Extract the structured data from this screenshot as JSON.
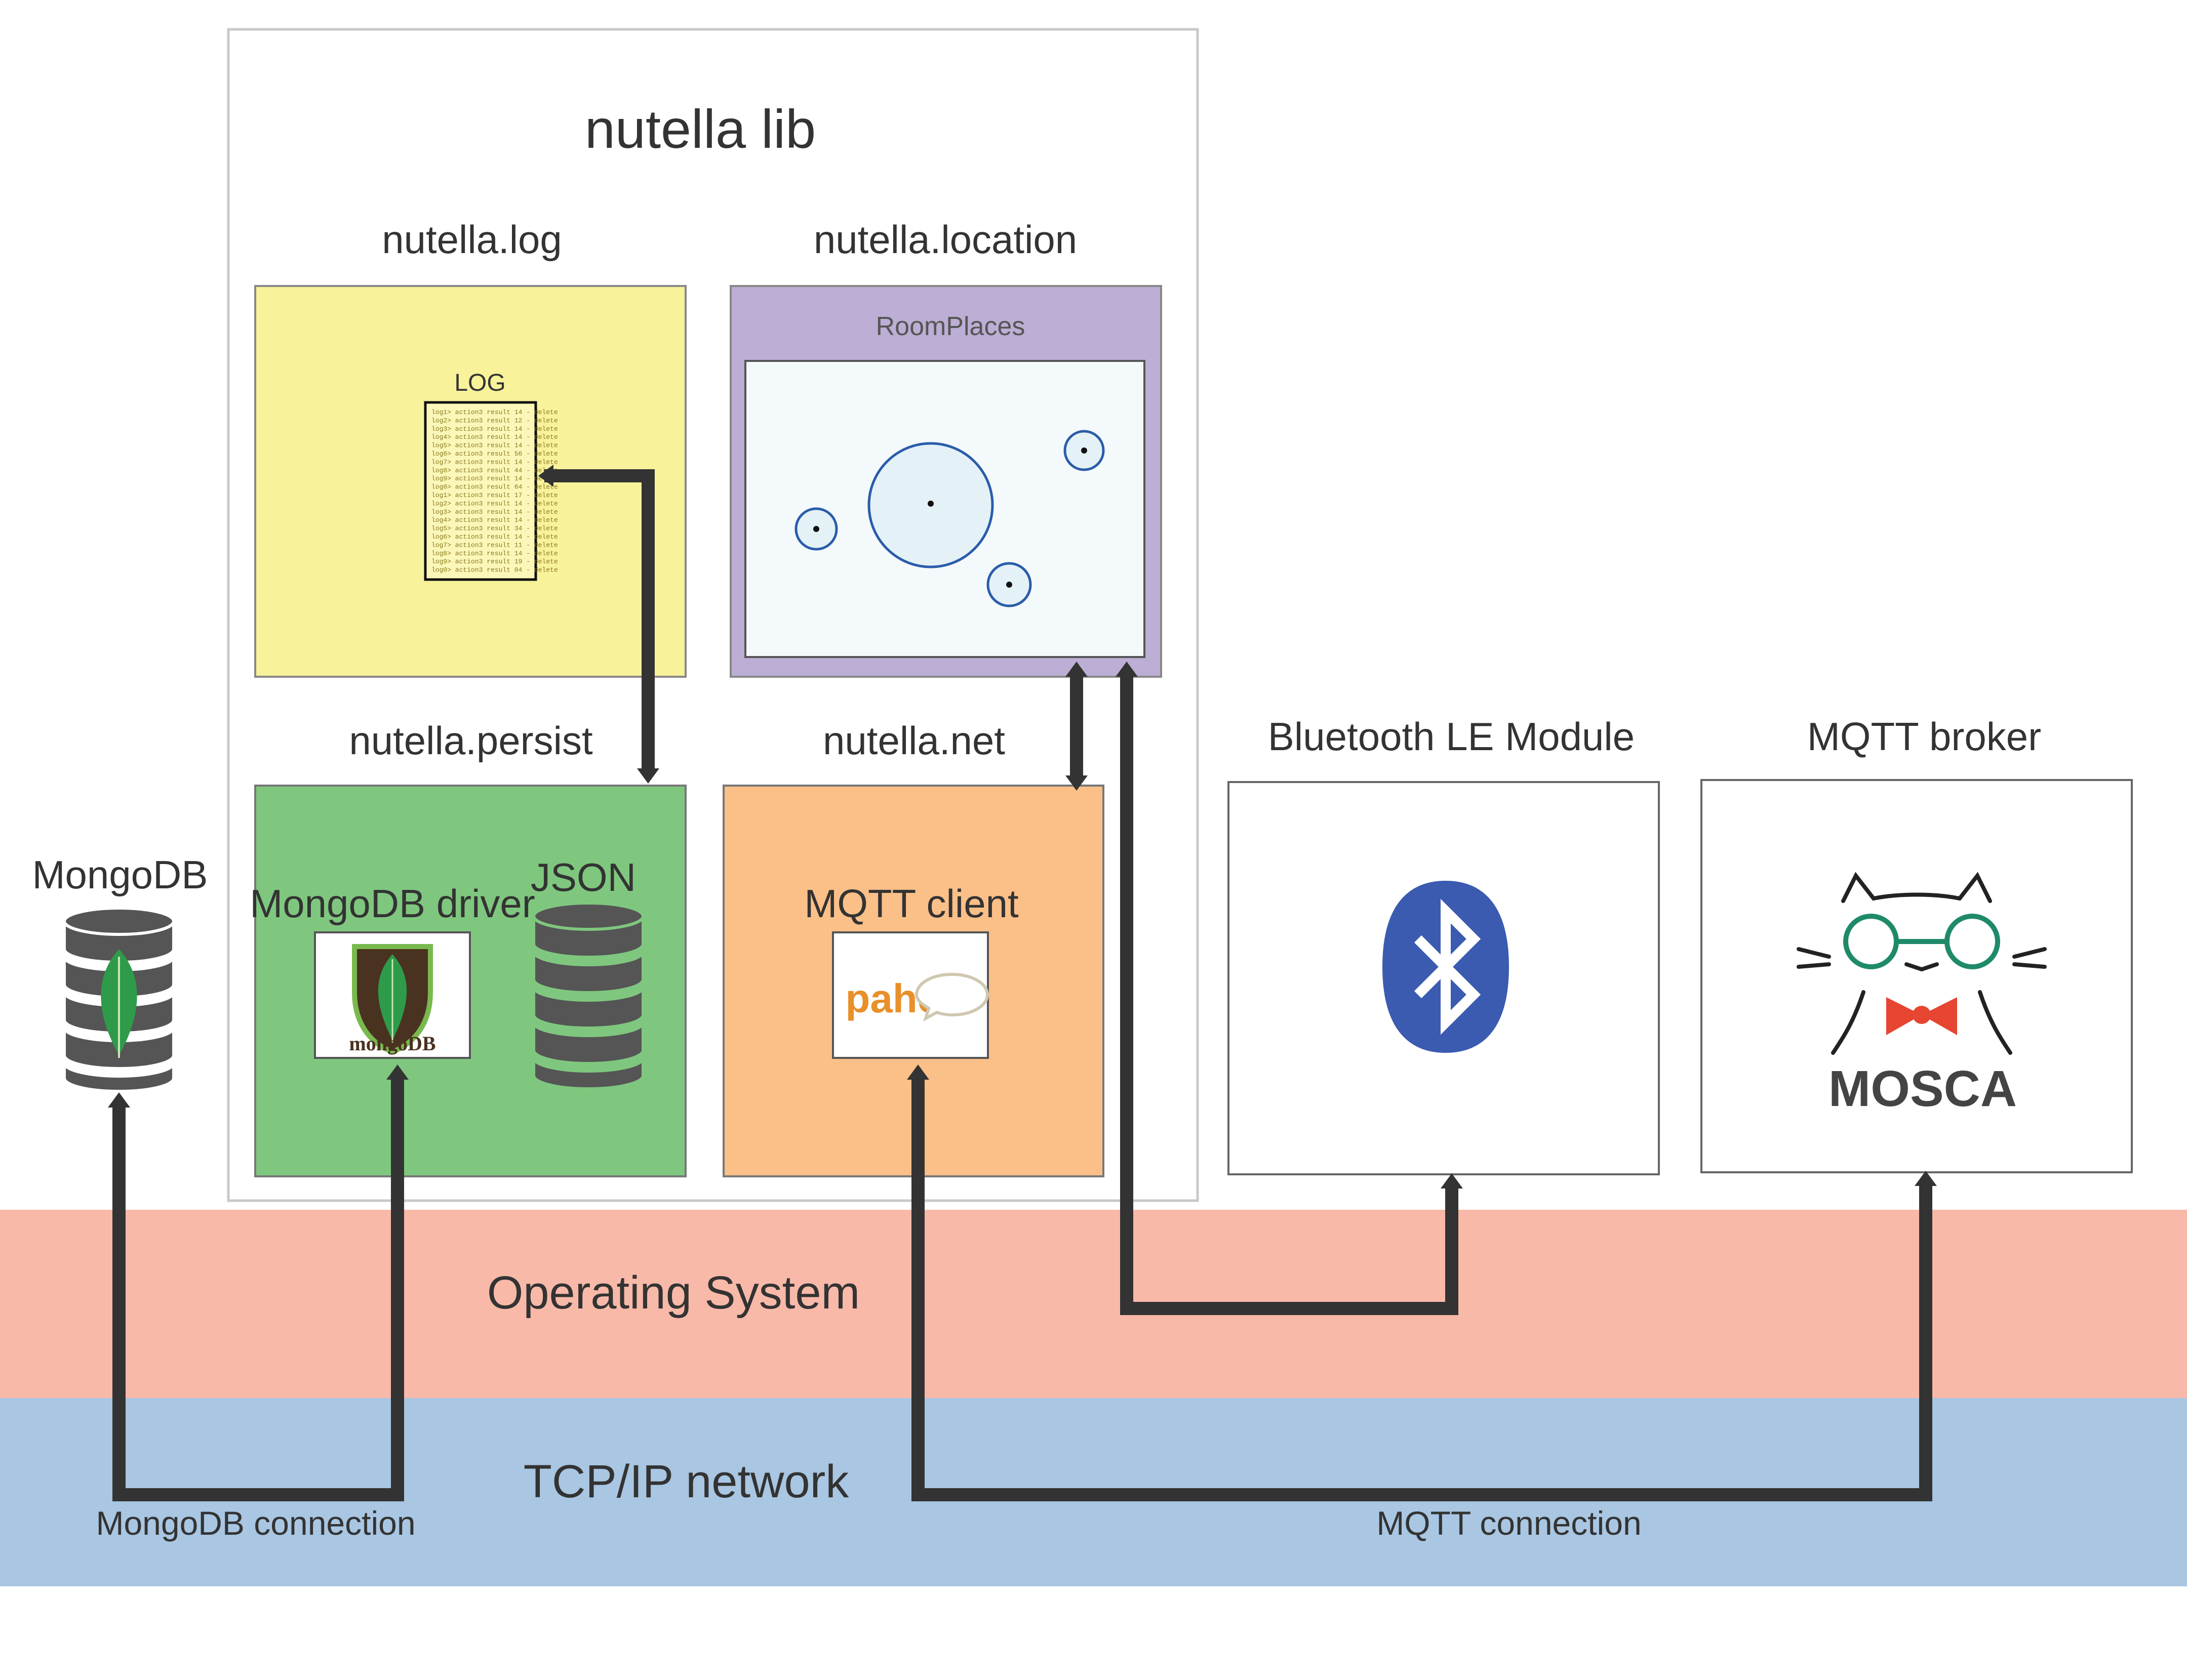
{
  "lib_title": "nutella lib",
  "modules": {
    "log": {
      "title": "nutella.log",
      "inner_label": "LOG"
    },
    "location": {
      "title": "nutella.location",
      "inner_label": "RoomPlaces"
    },
    "persist": {
      "title": "nutella.persist",
      "driver_label": "MongoDB driver",
      "json_label": "JSON",
      "logo_text": "mongoDB"
    },
    "net": {
      "title": "nutella.net",
      "client_label": "MQTT client",
      "logo_text": "paho"
    }
  },
  "log_lines": [
    "log1> action3 result 14 - delete",
    "log2> action3 result 12 - delete",
    "log3> action3 result 14 - delete",
    "log4> action3 result 14 - delete",
    "log5> action3 result 14 - delete",
    "log6> action3 result 56 - delete",
    "log7> action3 result 14 - delete",
    "log8> action3 result 44 - delete",
    "log9> action3 result 14 - delete",
    "log0> action3 result 64 - delete",
    "log1> action3 result 17 - delete",
    "log2> action3 result 14 - delete",
    "log3> action3 result 14 - delete",
    "log4> action3 result 14 - delete",
    "log5> action3 result 34 - delete",
    "log6> action3 result 14 - delete",
    "log7> action3 result 11 - delete",
    "log8> action3 result 14 - delete",
    "log9> action3 result 19 - delete",
    "log0> action3 result 04 - delete"
  ],
  "external": {
    "mongodb": "MongoDB",
    "bluetooth": "Bluetooth LE Module",
    "broker": "MQTT broker",
    "broker_logo_text": "MOSCA"
  },
  "layers": {
    "os": "Operating System",
    "network": "TCP/IP network"
  },
  "connections": {
    "mongodb": "MongoDB connection",
    "mqtt": "MQTT connection"
  },
  "colors": {
    "log_bg": "#f8f29a",
    "location_bg": "#bcaed4",
    "persist_bg": "#7fc77f",
    "net_bg": "#fbbf88",
    "os_band": "#f8b9a9",
    "network_band": "#a9c6e2",
    "connector": "#333333",
    "bluetooth_blue": "#3a5bb0",
    "mongo_leaf": "#2e9b4a",
    "mosca_red": "#e64532",
    "mosca_green": "#1f8a6a"
  }
}
